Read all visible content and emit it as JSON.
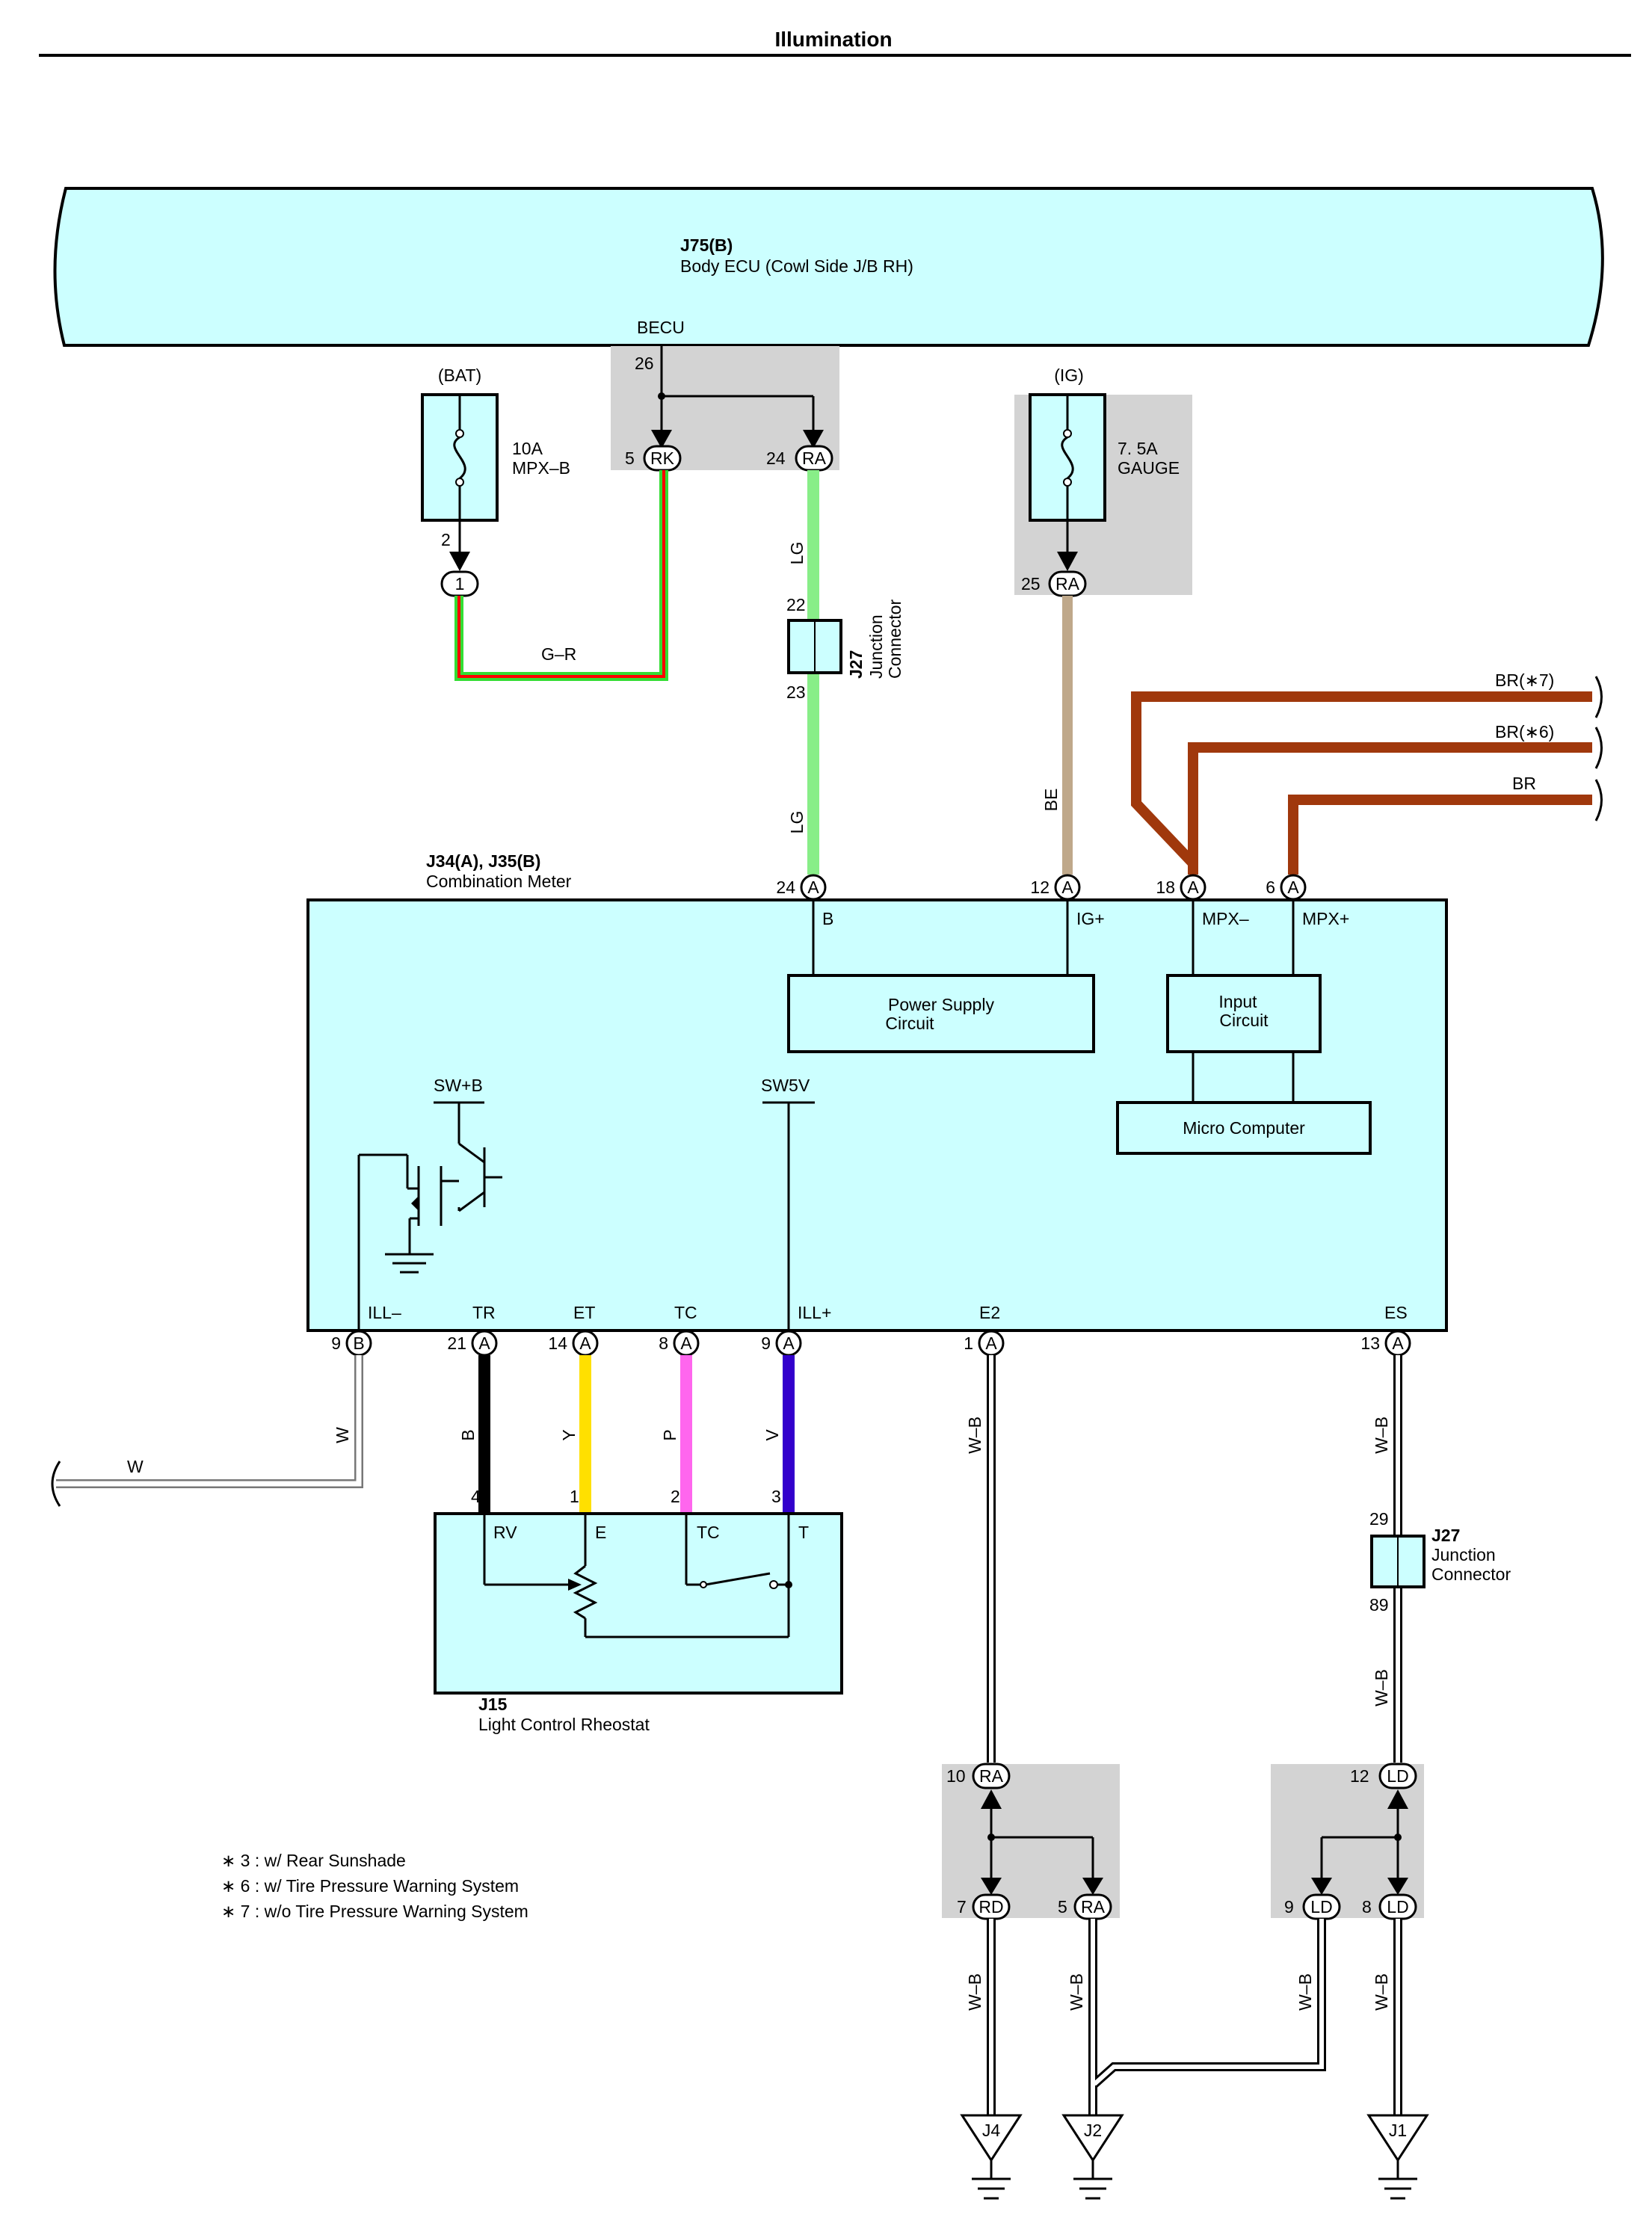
{
  "page_title": "Illumination",
  "body_ecu": {
    "code": "J75(B)",
    "name": "Body ECU (Cowl Side J/B RH)",
    "terminal": "BECU"
  },
  "fuse_bat": {
    "supply": "(BAT)",
    "rating": "10A",
    "name": "MPX–B",
    "pin_out": "2",
    "connector": "1"
  },
  "fuse_ig": {
    "supply": "(IG)",
    "rating": "7. 5A",
    "name": "GAUGE",
    "pin": "25",
    "connector": "RA"
  },
  "junction_ecu": {
    "pin_26": "26",
    "pin_5": "5",
    "conn_rk": "RK",
    "pin_24": "24",
    "conn_ra": "RA"
  },
  "j27_top": {
    "code": "J27",
    "name_line1": "Junction",
    "name_line2": "Connector",
    "pin_in": "22",
    "pin_out": "23"
  },
  "j27_right": {
    "code": "J27",
    "name_line1": "Junction",
    "name_line2": "Connector",
    "pin_in": "29",
    "pin_out": "89"
  },
  "wire_colors": {
    "g_r": "G–R",
    "lg": "LG",
    "be": "BE",
    "w": "W",
    "b": "B",
    "y": "Y",
    "p": "P",
    "v": "V",
    "w_b": "W–B",
    "br_7": "BR(∗7)",
    "br_6": "BR(∗6)",
    "br": "BR"
  },
  "combination_meter": {
    "code": "J34(A), J35(B)",
    "name": "Combination Meter",
    "top_pins": [
      {
        "num": "24",
        "conn": "A",
        "label": "B"
      },
      {
        "num": "12",
        "conn": "A",
        "label": "IG+"
      },
      {
        "num": "18",
        "conn": "A",
        "label": "MPX–"
      },
      {
        "num": "6",
        "conn": "A",
        "label": "MPX+"
      }
    ],
    "power_supply_line1": "Power Supply",
    "power_supply_line2": "Circuit",
    "input_line1": "Input",
    "input_line2": "Circuit",
    "micro_computer": "Micro Computer",
    "sw_b": "SW+B",
    "sw5v": "SW5V",
    "bottom_pins": [
      {
        "num": "9",
        "conn": "B",
        "label": "ILL–"
      },
      {
        "num": "21",
        "conn": "A",
        "label": "TR"
      },
      {
        "num": "14",
        "conn": "A",
        "label": "ET"
      },
      {
        "num": "8",
        "conn": "A",
        "label": "TC"
      },
      {
        "num": "9",
        "conn": "A",
        "label": "ILL+"
      },
      {
        "num": "1",
        "conn": "A",
        "label": "E2"
      },
      {
        "num": "13",
        "conn": "A",
        "label": "ES"
      }
    ]
  },
  "rheostat": {
    "code": "J15",
    "name": "Light Control Rheostat",
    "pins": [
      {
        "num": "4",
        "label": "RV"
      },
      {
        "num": "1",
        "label": "E"
      },
      {
        "num": "2",
        "label": "TC"
      },
      {
        "num": "3",
        "label": "T"
      }
    ]
  },
  "junction_ra": {
    "pin_in": "10",
    "conn_in": "RA",
    "pin_a": "7",
    "conn_a": "RD",
    "pin_b": "5",
    "conn_b": "RA"
  },
  "junction_ld": {
    "pin_in": "12",
    "conn_in": "LD",
    "pin_a": "9",
    "conn_a": "LD",
    "pin_b": "8",
    "conn_b": "LD"
  },
  "grounds": [
    "J4",
    "J2",
    "J1"
  ],
  "notes": [
    "∗ 3 : w/ Rear Sunshade",
    "∗ 6 : w/ Tire Pressure Warning System",
    "∗ 7 : w/o Tire Pressure Warning System"
  ],
  "colors": {
    "module_fill": "#ccffff",
    "junction_gray": "#d3d3d3",
    "wire_green": "#33dd33",
    "wire_red": "#ff0000",
    "wire_lightgreen": "#88ee88",
    "wire_beige": "#bfa88a",
    "wire_brown": "#a0380c",
    "wire_yellow": "#ffe000",
    "wire_pink": "#ff66ee",
    "wire_violet": "#3300cc"
  }
}
